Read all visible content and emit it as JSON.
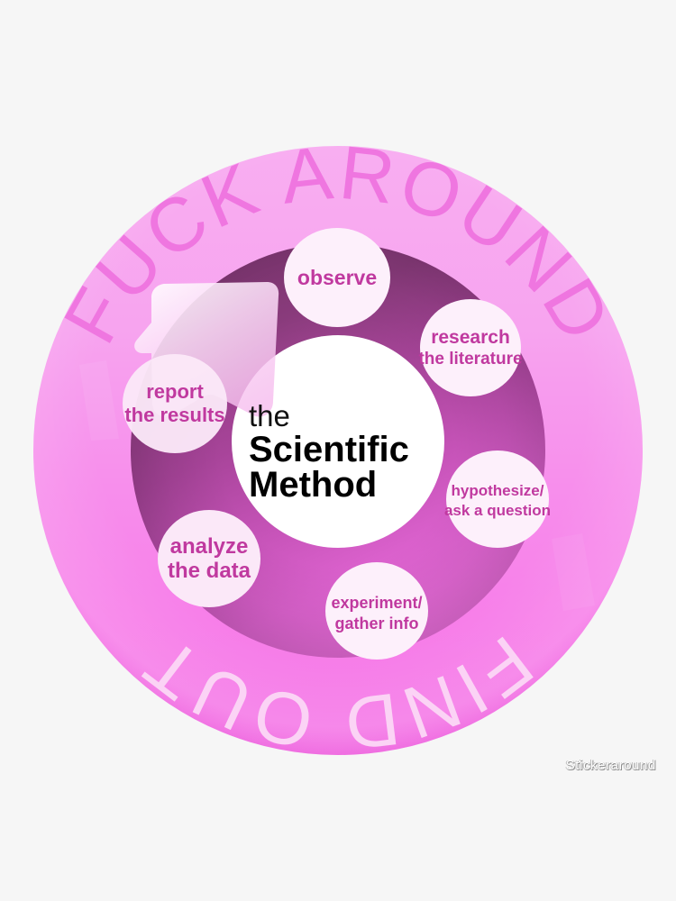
{
  "artwork": {
    "title": "the Scientific Method",
    "background_color": "#f6f6f6"
  },
  "outer_ring": {
    "top_text": "FUCK AROUND",
    "bottom_text": "FIND OUT",
    "top_text_color": "#ef76e0",
    "bottom_text_color": "#fbd3f5",
    "ring_color_top": "#f7a9ef",
    "ring_color_bottom": "#f77de9"
  },
  "inner_ring": {
    "color_top": "#8b3b7d",
    "color_bottom": "#e869d8"
  },
  "center": {
    "line1": "the",
    "line2": "Scientific",
    "line3": "Method",
    "background_color": "#ffffff",
    "text_color": "#000000"
  },
  "steps": [
    {
      "id": "observe",
      "line1": "observe",
      "line2": ""
    },
    {
      "id": "research",
      "line1": "research",
      "line2": "the literature"
    },
    {
      "id": "hypothesize",
      "line1": "hypothesize/",
      "line2": "ask a question"
    },
    {
      "id": "experiment",
      "line1": "experiment/",
      "line2": "gather info"
    },
    {
      "id": "analyze",
      "line1": "analyze",
      "line2": "the data"
    },
    {
      "id": "report",
      "line1": "report",
      "line2": "the results"
    }
  ],
  "step_bubble_color": "#fdf0fb",
  "step_text_color": "#c0399f",
  "arrow": {
    "name": "cycle-arrow",
    "color": "#f9d9f5"
  },
  "watermark": {
    "text": "Stickeraround"
  }
}
